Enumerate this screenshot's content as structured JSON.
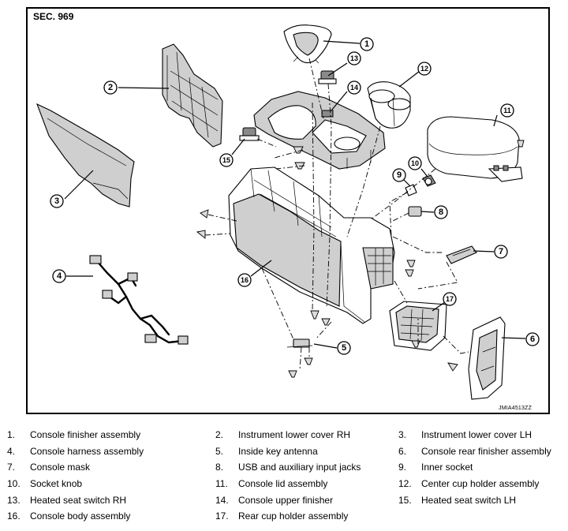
{
  "section_label": "SEC. 969",
  "figure_code": "JMIA4513ZZ",
  "parts": [
    {
      "num": "1.",
      "name": "Console finisher assembly"
    },
    {
      "num": "2.",
      "name": "Instrument lower cover RH"
    },
    {
      "num": "3.",
      "name": "Instrument lower cover LH"
    },
    {
      "num": "4.",
      "name": "Console harness assembly"
    },
    {
      "num": "5.",
      "name": "Inside key antenna"
    },
    {
      "num": "6.",
      "name": "Console rear finisher assembly"
    },
    {
      "num": "7.",
      "name": "Console mask"
    },
    {
      "num": "8.",
      "name": "USB and auxiliary input jacks"
    },
    {
      "num": "9.",
      "name": "Inner socket"
    },
    {
      "num": "10.",
      "name": "Socket knob"
    },
    {
      "num": "11.",
      "name": "Console lid assembly"
    },
    {
      "num": "12.",
      "name": "Center cup holder assembly"
    },
    {
      "num": "13.",
      "name": "Heated seat switch RH"
    },
    {
      "num": "14.",
      "name": "Console upper finisher"
    },
    {
      "num": "15.",
      "name": "Heated seat switch LH"
    },
    {
      "num": "16.",
      "name": "Console body assembly"
    },
    {
      "num": "17.",
      "name": "Rear cup holder assembly"
    }
  ],
  "callouts": [
    "1",
    "2",
    "3",
    "4",
    "5",
    "6",
    "7",
    "8",
    "9",
    "10",
    "11",
    "12",
    "13",
    "14",
    "15",
    "16",
    "17"
  ]
}
